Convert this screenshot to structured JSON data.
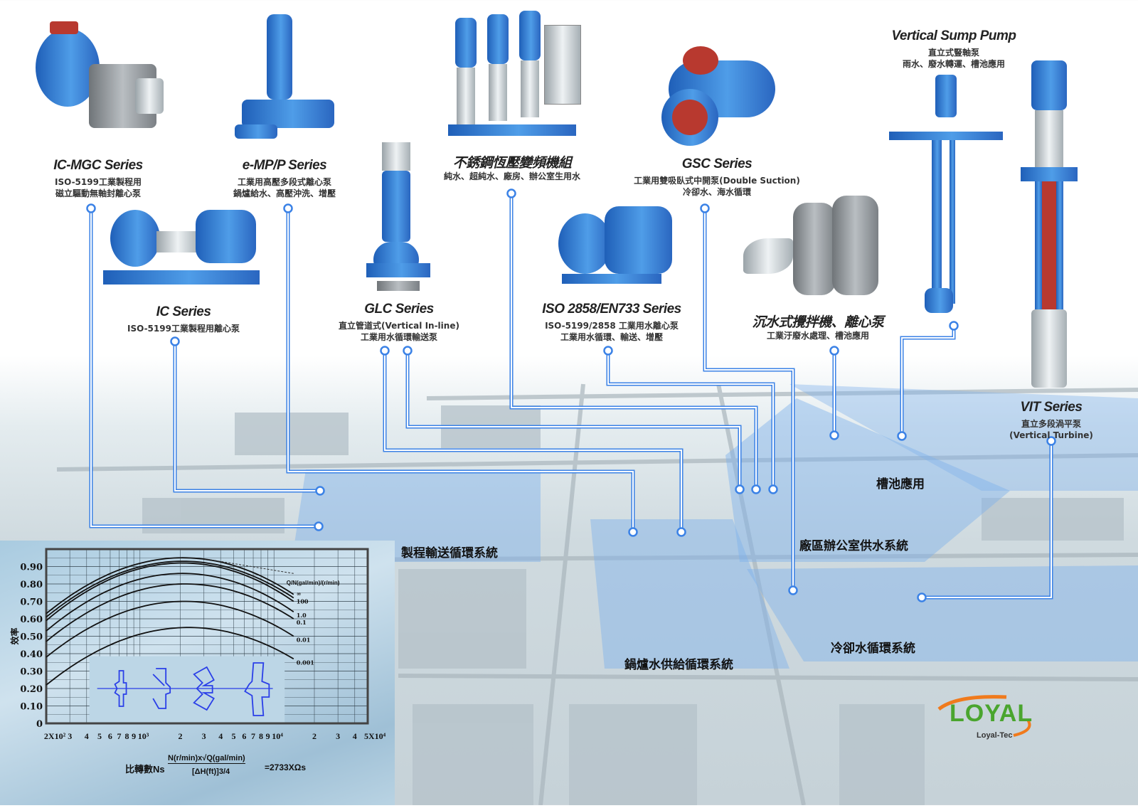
{
  "products": [
    {
      "id": "ic-mgc",
      "title": "IC-MGC Series",
      "lines": [
        "ISO-5199工業製程用",
        "磁立驅動無軸封離心泵"
      ]
    },
    {
      "id": "e-mp-p",
      "title": "e-MP/P Series",
      "lines": [
        "工業用高壓多段式離心泵",
        "鍋爐給水、高壓沖洗、增壓"
      ]
    },
    {
      "id": "booster",
      "title": "不銹鋼恆壓變頻機組",
      "lines": [
        "純水、超純水、廠房、辦公室生用水"
      ]
    },
    {
      "id": "gsc",
      "title": "GSC Series",
      "lines": [
        "工業用雙吸臥式中開泵(Double Suction)",
        "冷卻水、海水循環"
      ]
    },
    {
      "id": "vertical-sump",
      "title": "Vertical Sump Pump",
      "lines": [
        "直立式豎軸泵",
        "雨水、廢水轉運、槽池應用"
      ]
    },
    {
      "id": "ic",
      "title": "IC Series",
      "lines": [
        "ISO-5199工業製程用離心泵"
      ]
    },
    {
      "id": "glc",
      "title": "GLC Series",
      "lines": [
        "直立管道式(Vertical In-line)",
        "工業用水循環輸送泵"
      ]
    },
    {
      "id": "iso2858",
      "title": "ISO 2858/EN733 Series",
      "lines": [
        "ISO-5199/2858 工業用水離心泵",
        "工業用水循環、輸送、增壓"
      ]
    },
    {
      "id": "submersible",
      "title": "沉水式攪拌機、離心泵",
      "lines": [
        "工業汙廢水處理、槽池應用"
      ]
    },
    {
      "id": "vit",
      "title": "VIT Series",
      "lines": [
        "直立多段渦平泵",
        "(Vertical Turbine)"
      ]
    }
  ],
  "areas": {
    "process": "製程輸送循環系統",
    "office": "廠區辦公室供水系統",
    "tank": "槽池應用",
    "cooling": "冷卻水循環系統",
    "boiler": "鍋爐水供給循環系統"
  },
  "logo": {
    "name": "LOYAL",
    "sub": "Loyal-Tec",
    "green": "#4aa52e",
    "orange": "#f07a1c"
  },
  "colors": {
    "connector": "#3b82e6",
    "zone": "#7fb2ea"
  },
  "formula": {
    "prefix": "比轉數",
    "symbol": "Ns",
    "numerator": "N(r/min)x√Q(gal/min)",
    "denominator": "[ΔH(ft)]3/4",
    "result": "=2733XΩs"
  },
  "chart_data": {
    "type": "line",
    "xscale": "log",
    "xlim": [
      200,
      50000
    ],
    "ylim": [
      0,
      1.0
    ],
    "ylabel": "效率",
    "legend_title": "Q/N(gal/min)/(r/min)",
    "grid": true,
    "yticks": [
      {
        "v": 0,
        "label": "0"
      },
      {
        "v": 0.1,
        "label": "0.10"
      },
      {
        "v": 0.2,
        "label": "0.20"
      },
      {
        "v": 0.3,
        "label": "0.30"
      },
      {
        "v": 0.4,
        "label": "0.40"
      },
      {
        "v": 0.5,
        "label": "0.50"
      },
      {
        "v": 0.6,
        "label": "0.60"
      },
      {
        "v": 0.7,
        "label": "0.70"
      },
      {
        "v": 0.8,
        "label": "0.80"
      },
      {
        "v": 0.9,
        "label": "0.90"
      }
    ],
    "xticks": [
      {
        "v": 200,
        "label": "2X10²"
      },
      {
        "v": 300,
        "label": "3"
      },
      {
        "v": 400,
        "label": "4"
      },
      {
        "v": 500,
        "label": "5"
      },
      {
        "v": 600,
        "label": "6"
      },
      {
        "v": 700,
        "label": "7"
      },
      {
        "v": 800,
        "label": "8"
      },
      {
        "v": 900,
        "label": "9"
      },
      {
        "v": 1000,
        "label": "10³"
      },
      {
        "v": 2000,
        "label": "2"
      },
      {
        "v": 3000,
        "label": "3"
      },
      {
        "v": 4000,
        "label": "4"
      },
      {
        "v": 5000,
        "label": "5"
      },
      {
        "v": 6000,
        "label": "6"
      },
      {
        "v": 7000,
        "label": "7"
      },
      {
        "v": 8000,
        "label": "8"
      },
      {
        "v": 9000,
        "label": "9"
      },
      {
        "v": 10000,
        "label": "10⁴"
      },
      {
        "v": 20000,
        "label": "2"
      },
      {
        "v": 30000,
        "label": "3"
      },
      {
        "v": 40000,
        "label": "4"
      },
      {
        "v": 50000,
        "label": "5X10⁴"
      }
    ],
    "series": [
      {
        "name": "",
        "x": [
          200,
          2200,
          14000
        ],
        "y": [
          0.63,
          0.95,
          0.74
        ]
      },
      {
        "name": "∞",
        "x": [
          200,
          2200,
          14000
        ],
        "y": [
          0.61,
          0.93,
          0.72
        ]
      },
      {
        "name": "100",
        "x": [
          200,
          2200,
          14000
        ],
        "y": [
          0.59,
          0.92,
          0.7
        ]
      },
      {
        "name": "1.0",
        "x": [
          200,
          2200,
          14000
        ],
        "y": [
          0.53,
          0.86,
          0.64
        ]
      },
      {
        "name": "0.1",
        "x": [
          200,
          2200,
          14000
        ],
        "y": [
          0.47,
          0.8,
          0.6
        ]
      },
      {
        "name": "0.01",
        "x": [
          200,
          2200,
          14000
        ],
        "y": [
          0.38,
          0.7,
          0.5
        ]
      },
      {
        "name": "0.001",
        "x": [
          200,
          2200,
          14000
        ],
        "y": [
          0.22,
          0.55,
          0.37
        ]
      }
    ],
    "dashed_series": {
      "x": [
        3000,
        14000
      ],
      "y": [
        0.945,
        0.86
      ]
    }
  }
}
